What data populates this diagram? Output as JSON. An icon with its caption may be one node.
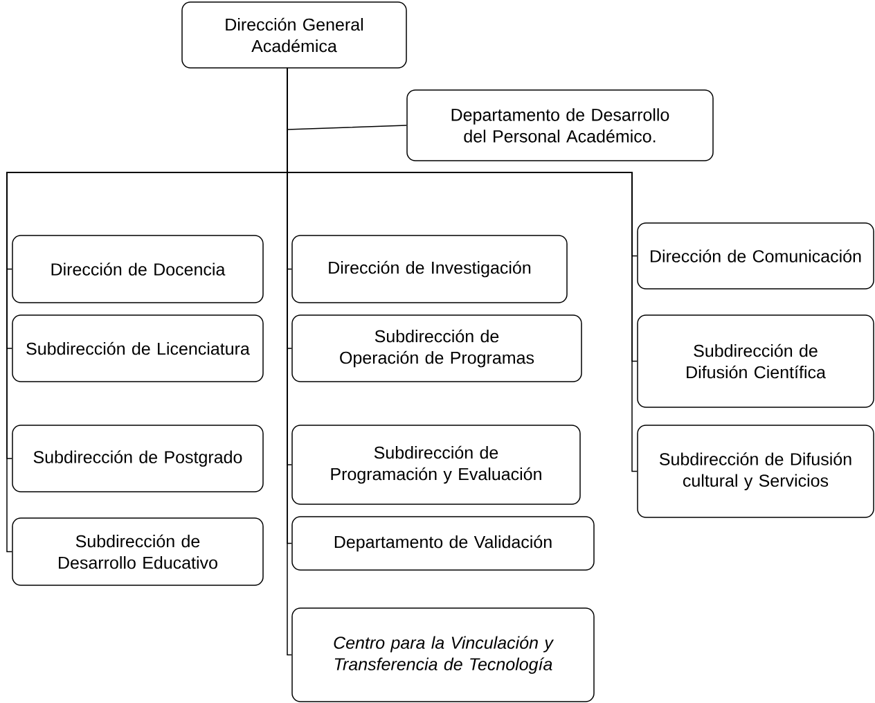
{
  "diagram": {
    "nodes": [
      {
        "text": [
          "Dirección General Académica"
        ]
      },
      {
        "text": [
          "Departamento de Desarrollo del Personal Académico."
        ]
      },
      {
        "text": [
          "Dirección de Docencia"
        ]
      },
      {
        "text": [
          "Subdirección de Licenciatura"
        ]
      },
      {
        "text": [
          "Subdirección de Postgrado"
        ]
      },
      {
        "text": [
          "Subdirección de Desarrollo Educativo"
        ]
      },
      {
        "text": [
          "Dirección de Investigación"
        ]
      },
      {
        "text": [
          "Subdirección de Operación de Programas"
        ]
      },
      {
        "text": [
          "Subdirección de Programación y Evaluación"
        ]
      },
      {
        "text": [
          "Departamento de Validación"
        ]
      },
      {
        "text": [
          "Centro para la Vinculación y Transferencia de Tecnología"
        ]
      },
      {
        "text": [
          "Dirección de Comunicación"
        ]
      },
      {
        "text": [
          "Subdirección de Difusión Científica"
        ]
      },
      {
        "text": [
          "Subdirección de Difusión cultural y Servicios"
        ]
      }
    ],
    "edges": [
      {
        "from": 0,
        "to": 1,
        "arrow": "none"
      },
      {
        "from": 0,
        "to": 2,
        "arrow": "none"
      },
      {
        "from": 0,
        "to": 3,
        "arrow": "none"
      },
      {
        "from": 0,
        "to": 4,
        "arrow": "none"
      },
      {
        "from": 0,
        "to": 5,
        "arrow": "none"
      },
      {
        "from": 0,
        "to": 6,
        "arrow": "none"
      },
      {
        "from": 0,
        "to": 7,
        "arrow": "none"
      },
      {
        "from": 0,
        "to": 8,
        "arrow": "none"
      },
      {
        "from": 0,
        "to": 9,
        "arrow": "none"
      },
      {
        "from": 0,
        "to": 10,
        "arrow": "none"
      },
      {
        "from": 0,
        "to": 11,
        "arrow": "none"
      },
      {
        "from": 0,
        "to": 12,
        "arrow": "none"
      },
      {
        "from": 0,
        "to": 13,
        "arrow": "none"
      }
    ]
  }
}
